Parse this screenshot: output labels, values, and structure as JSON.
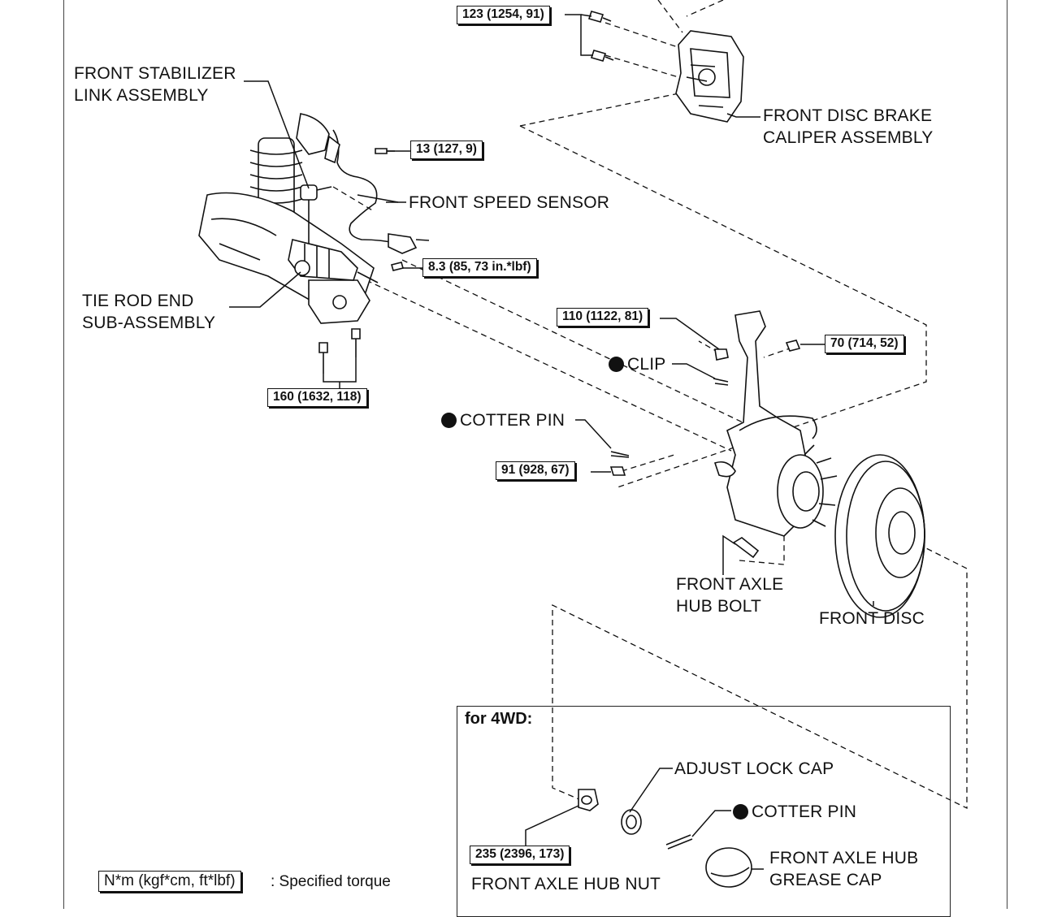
{
  "labels": {
    "stabilizer": [
      "FRONT STABILIZER",
      "LINK ASSEMBLY"
    ],
    "speed_sensor": "FRONT SPEED SENSOR",
    "tie_rod": [
      "TIE ROD END",
      "SUB-ASSEMBLY"
    ],
    "caliper": [
      "FRONT DISC BRAKE",
      "CALIPER ASSEMBLY"
    ],
    "clip": "CLIP",
    "cotter_pin": "COTTER PIN",
    "hub_bolt": [
      "FRONT AXLE",
      "HUB BOLT"
    ],
    "front_disc": "FRONT DISC",
    "adjust_lock_cap": "ADJUST LOCK CAP",
    "cotter_pin_4wd": "COTTER PIN",
    "hub_nut": "FRONT AXLE HUB NUT",
    "grease_cap": [
      "FRONT AXLE HUB",
      "GREASE CAP"
    ]
  },
  "torques": {
    "caliper_bolts": "123 (1254, 91)",
    "sensor_bolt": "13 (127, 9)",
    "sensor_bracket_bolt": "8.3 (85, 73 in.*lbf)",
    "knuckle_bolts": "160 (1632, 118)",
    "upper_nut": "110 (1122, 81)",
    "stabilizer_nut": "70 (714, 52)",
    "tie_rod_nut": "91 (928, 67)",
    "hub_nut": "235 (2396, 173)"
  },
  "inset": {
    "title": "for 4WD:"
  },
  "legend": {
    "box": "N*m (kgf*cm, ft*lbf)",
    "text": ": Specified torque"
  },
  "colors": {
    "ink": "#111111",
    "background": "#ffffff"
  }
}
